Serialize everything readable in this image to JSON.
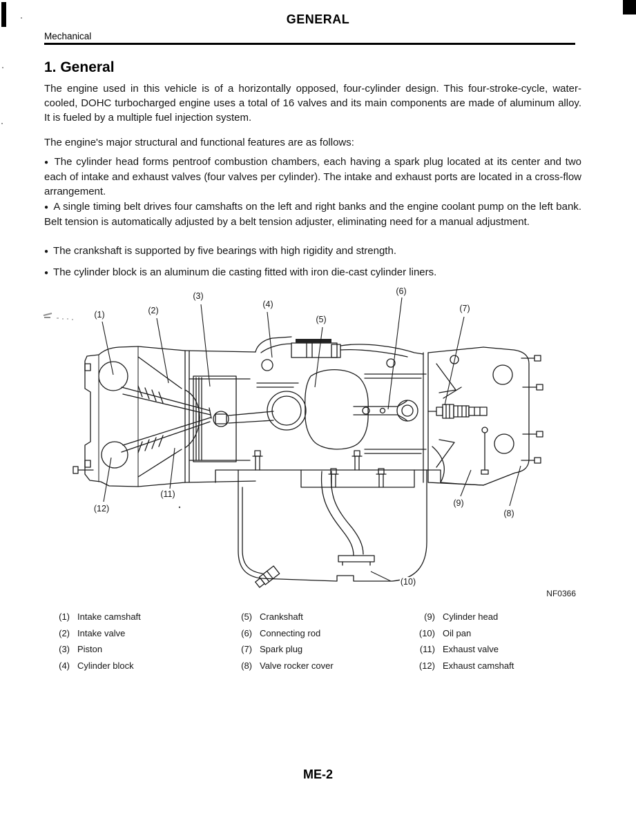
{
  "page": {
    "header": {
      "title": "GENERAL",
      "subtitle": "Mechanical"
    },
    "section": {
      "heading": "1. General"
    },
    "paragraphs": {
      "intro": "The engine used in this vehicle is of a horizontally opposed, four-cylinder design. This four-stroke-cycle, water-cooled, DOHC turbocharged engine uses a total of 16 valves and its main components are made of aluminum alloy. It is fueled by a multiple fuel injection system.",
      "features_lead": "The engine's major structural and functional features are as follows:",
      "bullet_char": "●",
      "bullets": [
        "The cylinder head forms pentroof combustion chambers, each having a spark plug located at its center and two each of intake and exhaust valves (four valves per cylinder). The intake and exhaust ports are located in a cross-flow arrangement.",
        "A single timing belt drives four camshafts on the left and right banks and the engine coolant pump on the left bank. Belt tension is automatically adjusted by a belt tension adjuster, eliminating need for a manual adjustment.",
        "The crankshaft is supported by five bearings with high rigidity and strength.",
        "The cylinder block is an aluminum die casting fitted with iron die-cast cylinder liners."
      ]
    },
    "figure": {
      "code": "NF0366",
      "callouts": [
        {
          "label": "(1)"
        },
        {
          "label": "(2)"
        },
        {
          "label": "(3)"
        },
        {
          "label": "(4)"
        },
        {
          "label": "(5)"
        },
        {
          "label": "(6)"
        },
        {
          "label": "(7)"
        },
        {
          "label": "(8)"
        },
        {
          "label": "(9)"
        },
        {
          "label": "(10)"
        },
        {
          "label": "(11)"
        },
        {
          "label": "(12)"
        }
      ],
      "legend": [
        {
          "num": "(1)",
          "label": "Intake camshaft"
        },
        {
          "num": "(2)",
          "label": "Intake valve"
        },
        {
          "num": "(3)",
          "label": "Piston"
        },
        {
          "num": "(4)",
          "label": "Cylinder block"
        },
        {
          "num": "(5)",
          "label": "Crankshaft"
        },
        {
          "num": "(6)",
          "label": "Connecting rod"
        },
        {
          "num": "(7)",
          "label": "Spark plug"
        },
        {
          "num": "(8)",
          "label": "Valve rocker cover"
        },
        {
          "num": "(9)",
          "label": "Cylinder head"
        },
        {
          "num": "(10)",
          "label": "Oil pan"
        },
        {
          "num": "(11)",
          "label": "Exhaust valve"
        },
        {
          "num": "(12)",
          "label": "Exhaust camshaft"
        }
      ]
    },
    "footer": {
      "page_number": "ME-2"
    }
  }
}
